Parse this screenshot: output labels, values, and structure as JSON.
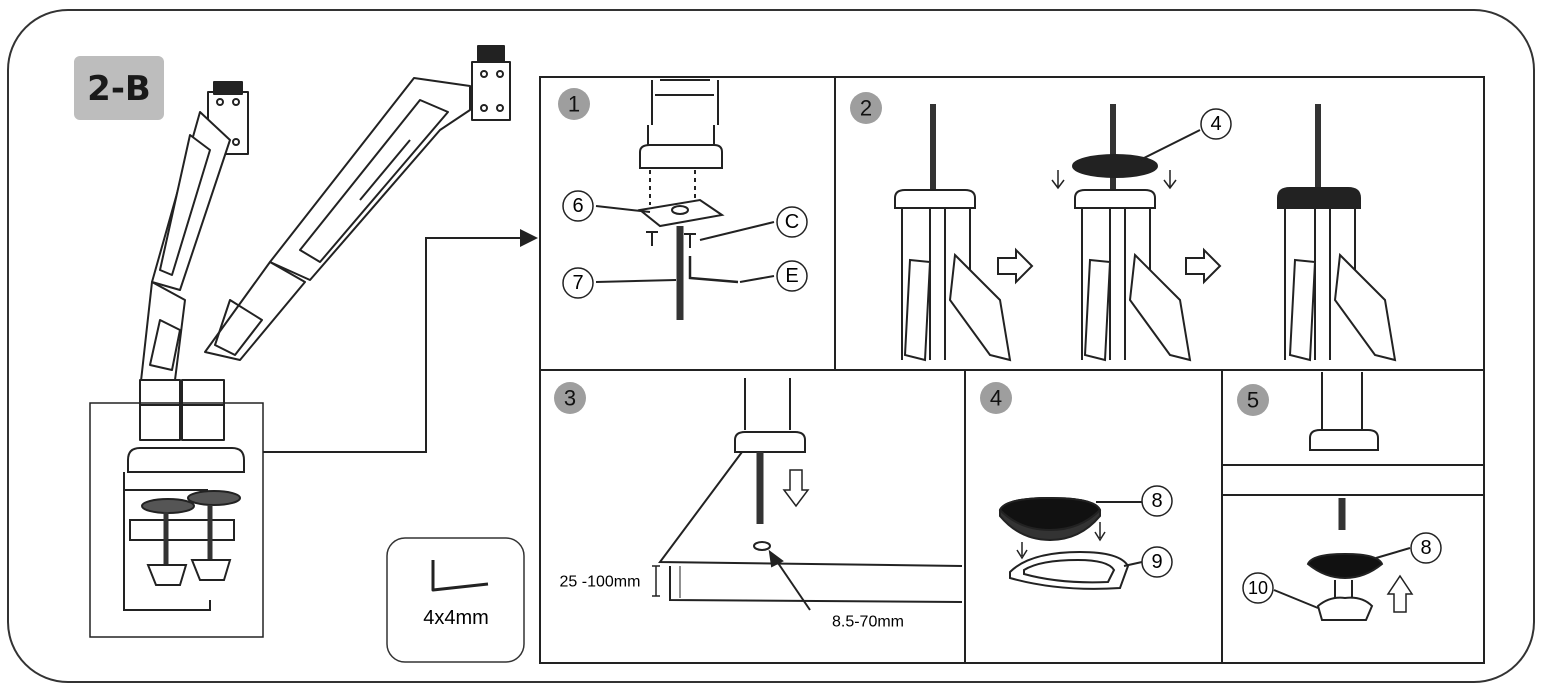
{
  "section": {
    "label": "2-B"
  },
  "steps": [
    {
      "number": "1",
      "callouts": [
        "6",
        "7",
        "C",
        "E"
      ]
    },
    {
      "number": "2",
      "callouts": [
        "4"
      ]
    },
    {
      "number": "3",
      "dimensions": {
        "desk_thickness": "25 -100mm",
        "hole_diameter": "8.5-70mm"
      }
    },
    {
      "number": "4",
      "callouts": [
        "8",
        "9"
      ]
    },
    {
      "number": "5",
      "callouts": [
        "8",
        "10"
      ]
    }
  ],
  "tool": {
    "size": "4x4mm"
  },
  "colors": {
    "badge_bg": "#bdbdbd",
    "step_circle": "#9e9e9e",
    "line": "#222222",
    "frame": "#333333"
  }
}
